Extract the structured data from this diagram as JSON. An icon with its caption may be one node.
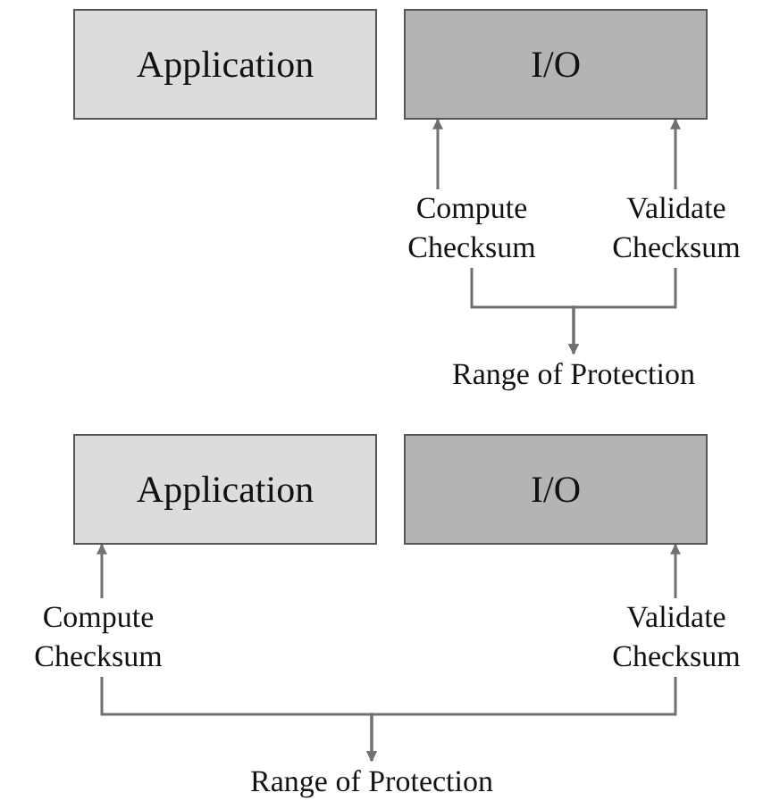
{
  "diagram": {
    "nodes": [
      {
        "text": [
          "Application"
        ]
      },
      {
        "text": [
          "I/O"
        ]
      },
      {
        "text": [
          "Compute Checksum"
        ]
      },
      {
        "text": [
          "Validate Checksum"
        ]
      },
      {
        "text": [
          "Range of Protection"
        ]
      },
      {
        "text": [
          "Application"
        ]
      },
      {
        "text": [
          "I/O"
        ]
      },
      {
        "text": [
          "Compute Checksum"
        ]
      },
      {
        "text": [
          "Validate Checksum"
        ]
      },
      {
        "text": [
          "Range of Protection"
        ]
      }
    ],
    "edges": [
      {
        "from": 2,
        "to": 1,
        "arrow": "to"
      },
      {
        "from": 3,
        "to": 1,
        "arrow": "to"
      },
      {
        "from": 2,
        "to": 4,
        "arrow": "to"
      },
      {
        "from": 3,
        "to": 4,
        "arrow": "to"
      },
      {
        "from": 7,
        "to": 5,
        "arrow": "to"
      },
      {
        "from": 8,
        "to": 6,
        "arrow": "to"
      },
      {
        "from": 7,
        "to": 9,
        "arrow": "to"
      },
      {
        "from": 8,
        "to": 9,
        "arrow": "to"
      }
    ]
  }
}
